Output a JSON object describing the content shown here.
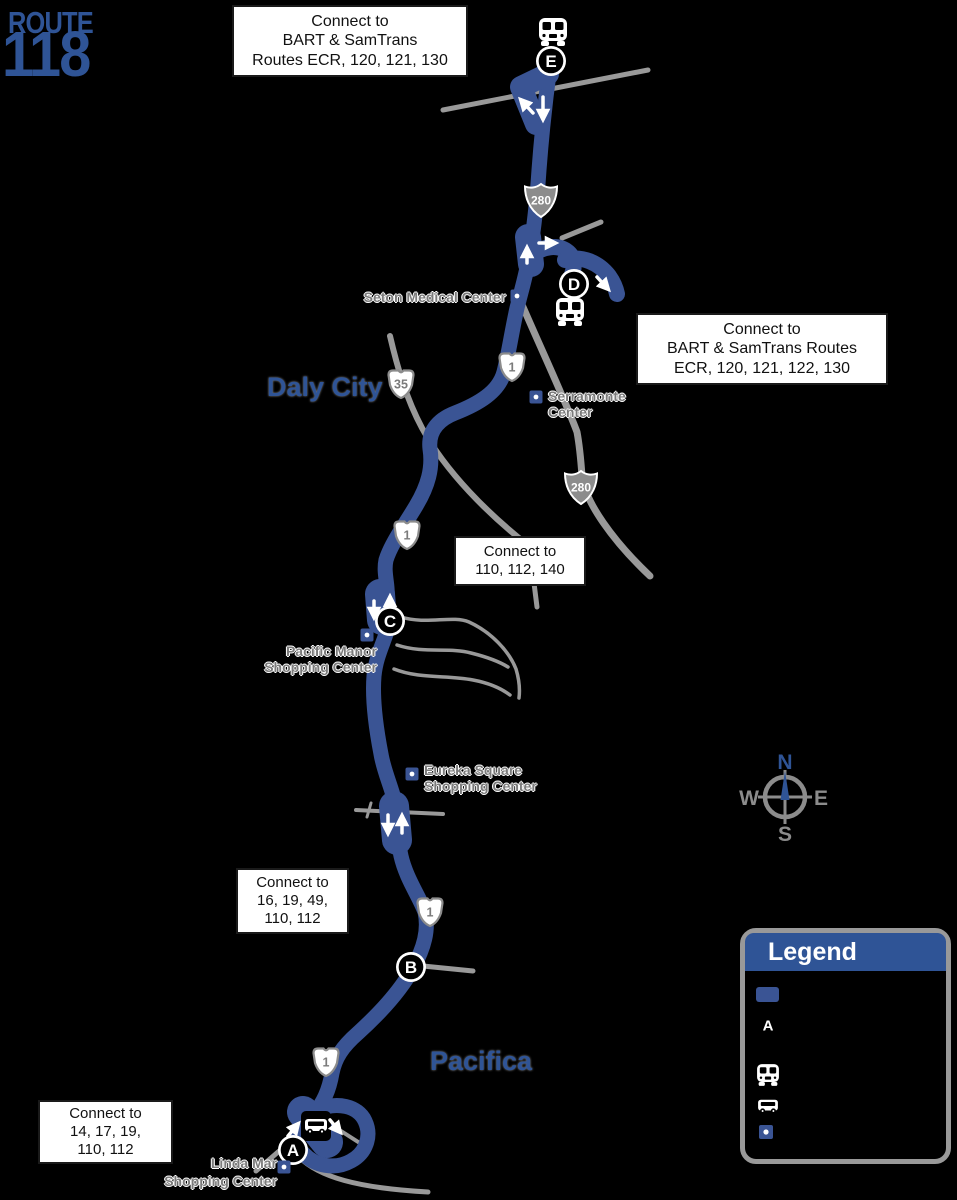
{
  "header": {
    "route_word": "ROUTE",
    "route_number": "118"
  },
  "cities": [
    {
      "name": "Daly City"
    },
    {
      "name": "Pacifica"
    }
  ],
  "callouts": [
    {
      "lines": [
        "Connect to",
        "BART & SamTrans",
        "Routes ECR, 120, 121, 130"
      ]
    },
    {
      "lines": [
        "Connect to",
        "BART & SamTrans Routes",
        "ECR, 120, 121, 122, 130"
      ]
    },
    {
      "lines": [
        "Connect to",
        "110, 112, 140"
      ]
    },
    {
      "lines": [
        "Connect to",
        "16, 19, 49,",
        "110, 112"
      ]
    },
    {
      "lines": [
        "Connect to",
        "14, 17, 19,",
        "110, 112"
      ]
    }
  ],
  "timepoints": [
    {
      "letter": "A"
    },
    {
      "letter": "B"
    },
    {
      "letter": "C"
    },
    {
      "letter": "D"
    },
    {
      "letter": "E"
    }
  ],
  "stops": [
    {
      "lines": [
        "Seton Medical Center"
      ]
    },
    {
      "lines": [
        "Serramonte",
        "Center"
      ]
    },
    {
      "lines": [
        "Pacific Manor",
        "Shopping Center"
      ]
    },
    {
      "lines": [
        "Eureka Square",
        "Shopping Center"
      ]
    },
    {
      "lines": [
        "Linda Mar",
        "Shopping Center"
      ]
    }
  ],
  "shields": {
    "interstate": [
      {
        "number": "280"
      },
      {
        "number": "280"
      }
    ],
    "state": [
      {
        "number": "35"
      },
      {
        "number": "1"
      },
      {
        "number": "1"
      },
      {
        "number": "1"
      },
      {
        "number": "1"
      }
    ]
  },
  "compass": {
    "north": "N",
    "south": "S",
    "east": "E",
    "west": "W"
  },
  "legend": {
    "title": "Legend",
    "timepoint_letter": "A"
  },
  "colors": {
    "route_blue": "#3a5494",
    "text_blue": "#2f5496",
    "road_gray": "#999999",
    "shield_gray": "#8c8c8c",
    "label_gray": "#7b7b7b",
    "callout_border": "#1a1a1a",
    "background": "#000000"
  }
}
